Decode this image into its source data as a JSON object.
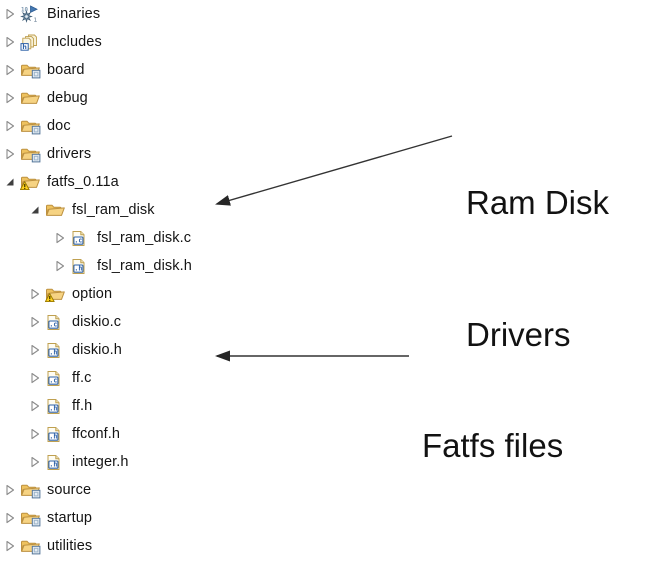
{
  "annotations": {
    "ram_disk": {
      "line1": "Ram Disk",
      "line2": "Drivers"
    },
    "fatfs": {
      "text": "Fatfs files"
    }
  },
  "colors": {
    "folder_fill": "#f6d383",
    "folder_fill_dark": "#eec25f",
    "folder_stroke": "#bd9140",
    "file_blue": "#2e62a8",
    "warning_yellow": "#ffd21f",
    "warning_stroke": "#9a7a00",
    "module_square_fill": "#e7eef5",
    "module_square_stroke": "#55779a",
    "twisty_collapsed_stroke": "#8b8b8b",
    "twisty_expanded_fill": "#3f3f3f",
    "arrow_color": "#2e2e2e",
    "label_color": "#141414"
  },
  "icons": {
    "c_file_label": ".c",
    "h_file_label": ".h",
    "includes_badge": "h",
    "binaries_digits_top": "10",
    "binaries_digits_bottom": "1"
  },
  "tree": {
    "items": [
      {
        "label": "Binaries",
        "level": 0,
        "twisty": "collapsed",
        "icon": "binaries-icon"
      },
      {
        "label": "Includes",
        "level": 0,
        "twisty": "collapsed",
        "icon": "includes-icon"
      },
      {
        "label": "board",
        "level": 0,
        "twisty": "collapsed",
        "icon": "folder-module-icon"
      },
      {
        "label": "debug",
        "level": 0,
        "twisty": "collapsed",
        "icon": "folder-open-icon"
      },
      {
        "label": "doc",
        "level": 0,
        "twisty": "collapsed",
        "icon": "folder-module-icon"
      },
      {
        "label": "drivers",
        "level": 0,
        "twisty": "collapsed",
        "icon": "folder-module-icon"
      },
      {
        "label": "fatfs_0.11a",
        "level": 0,
        "twisty": "expanded",
        "icon": "folder-warning-icon"
      },
      {
        "label": "fsl_ram_disk",
        "level": 1,
        "twisty": "expanded",
        "icon": "folder-open-icon"
      },
      {
        "label": "fsl_ram_disk.c",
        "level": 2,
        "twisty": "collapsed",
        "icon": "c-file-icon"
      },
      {
        "label": "fsl_ram_disk.h",
        "level": 2,
        "twisty": "collapsed",
        "icon": "h-file-icon"
      },
      {
        "label": "option",
        "level": 1,
        "twisty": "collapsed",
        "icon": "folder-warning-icon"
      },
      {
        "label": "diskio.c",
        "level": 1,
        "twisty": "collapsed",
        "icon": "c-file-icon"
      },
      {
        "label": "diskio.h",
        "level": 1,
        "twisty": "collapsed",
        "icon": "h-file-icon"
      },
      {
        "label": "ff.c",
        "level": 1,
        "twisty": "collapsed",
        "icon": "c-file-icon"
      },
      {
        "label": "ff.h",
        "level": 1,
        "twisty": "collapsed",
        "icon": "h-file-icon"
      },
      {
        "label": "ffconf.h",
        "level": 1,
        "twisty": "collapsed",
        "icon": "h-file-icon"
      },
      {
        "label": "integer.h",
        "level": 1,
        "twisty": "collapsed",
        "icon": "h-file-icon"
      },
      {
        "label": "source",
        "level": 0,
        "twisty": "collapsed",
        "icon": "folder-module-icon"
      },
      {
        "label": "startup",
        "level": 0,
        "twisty": "collapsed",
        "icon": "folder-module-icon"
      },
      {
        "label": "utilities",
        "level": 0,
        "twisty": "collapsed",
        "icon": "folder-module-icon"
      }
    ]
  }
}
